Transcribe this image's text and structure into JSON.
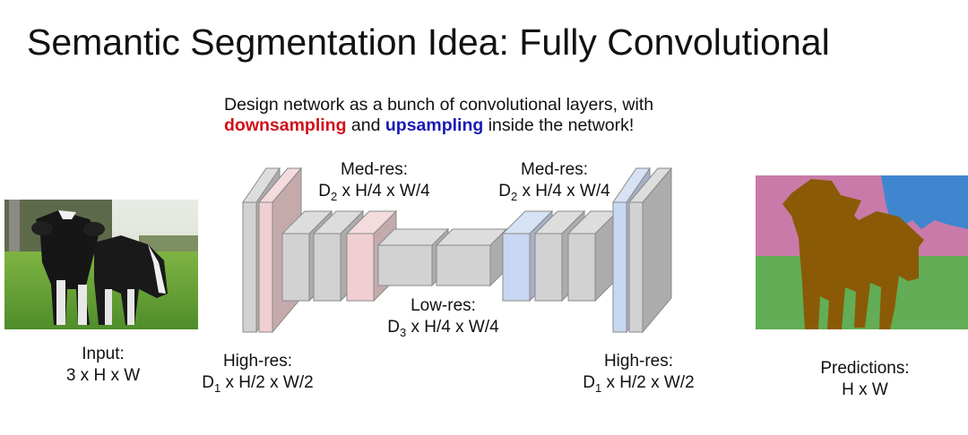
{
  "title": "Semantic Segmentation Idea: Fully Convolutional",
  "subtitle": {
    "line1": "Design network as a bunch of convolutional layers, with",
    "down": "downsampling",
    "and": " and ",
    "up": "upsampling",
    "rest": " inside the network!"
  },
  "colors": {
    "downsample": "#d0101b",
    "upsample": "#1a1ab5",
    "block_gray": "#d2d2d2",
    "block_pink": "#f0cfd2",
    "block_blue": "#c9d8f2",
    "seg_cow": "#8a5a06",
    "seg_grass": "#62ad55",
    "seg_tree": "#c97aa8",
    "seg_sky": "#3f86cf"
  },
  "labels": {
    "input": {
      "line1": "Input:",
      "line2": "3 x H x W"
    },
    "highres_left": {
      "line1": "High-res:",
      "d": "D",
      "sub": "1",
      "rest": " x H/2 x W/2"
    },
    "medres_left": {
      "line1": "Med-res:",
      "d": "D",
      "sub": "2",
      "rest": " x H/4 x W/4"
    },
    "lowres": {
      "line1": "Low-res:",
      "d": "D",
      "sub": "3",
      "rest": " x H/4 x W/4"
    },
    "medres_right": {
      "line1": "Med-res:",
      "d": "D",
      "sub": "2",
      "rest": " x H/4 x W/4"
    },
    "highres_right": {
      "line1": "High-res:",
      "d": "D",
      "sub": "1",
      "rest": " x H/2 x W/2"
    },
    "predictions": {
      "line1": "Predictions:",
      "line2": "H x W"
    }
  },
  "network": {
    "layers": [
      {
        "name": "conv-high-1",
        "stage": "high-res",
        "type": "conv"
      },
      {
        "name": "downsample-1",
        "stage": "high-res",
        "type": "downsample"
      },
      {
        "name": "conv-med-1",
        "stage": "med-res",
        "type": "conv"
      },
      {
        "name": "conv-med-2",
        "stage": "med-res",
        "type": "conv"
      },
      {
        "name": "downsample-2",
        "stage": "med-res",
        "type": "downsample"
      },
      {
        "name": "conv-low-1",
        "stage": "low-res",
        "type": "conv"
      },
      {
        "name": "conv-low-2",
        "stage": "low-res",
        "type": "conv"
      },
      {
        "name": "upsample-1",
        "stage": "med-res",
        "type": "upsample"
      },
      {
        "name": "conv-med-3",
        "stage": "med-res",
        "type": "conv"
      },
      {
        "name": "conv-med-4",
        "stage": "med-res",
        "type": "conv"
      },
      {
        "name": "upsample-2",
        "stage": "high-res",
        "type": "upsample"
      },
      {
        "name": "conv-high-2",
        "stage": "high-res",
        "type": "conv"
      }
    ]
  },
  "images": {
    "input": "input-cow-photo",
    "output": "segmentation-prediction-map"
  }
}
